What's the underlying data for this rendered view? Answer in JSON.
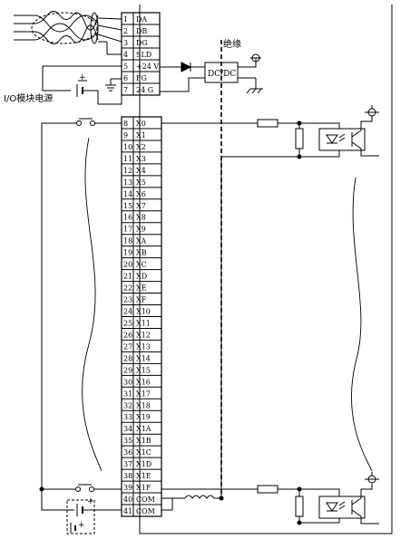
{
  "terminals": [
    {
      "num": "1",
      "label": "DA"
    },
    {
      "num": "2",
      "label": "DB"
    },
    {
      "num": "3",
      "label": "DG"
    },
    {
      "num": "4",
      "label": "SLD"
    },
    {
      "num": "5",
      "label": "+24 V"
    },
    {
      "num": "6",
      "label": "FG"
    },
    {
      "num": "7",
      "label": "24 G"
    }
  ],
  "inputs": [
    {
      "num": "8",
      "label": "X0"
    },
    {
      "num": "9",
      "label": "X1"
    },
    {
      "num": "10",
      "label": "X2"
    },
    {
      "num": "11",
      "label": "X3"
    },
    {
      "num": "12",
      "label": "X4"
    },
    {
      "num": "13",
      "label": "X5"
    },
    {
      "num": "14",
      "label": "X6"
    },
    {
      "num": "15",
      "label": "X7"
    },
    {
      "num": "16",
      "label": "X8"
    },
    {
      "num": "17",
      "label": "X9"
    },
    {
      "num": "18",
      "label": "XA"
    },
    {
      "num": "19",
      "label": "XB"
    },
    {
      "num": "20",
      "label": "XC"
    },
    {
      "num": "21",
      "label": "XD"
    },
    {
      "num": "22",
      "label": "XE"
    },
    {
      "num": "23",
      "label": "XF"
    },
    {
      "num": "24",
      "label": "X10"
    },
    {
      "num": "25",
      "label": "X11"
    },
    {
      "num": "26",
      "label": "X12"
    },
    {
      "num": "27",
      "label": "X13"
    },
    {
      "num": "28",
      "label": "X14"
    },
    {
      "num": "29",
      "label": "X15"
    },
    {
      "num": "30",
      "label": "X16"
    },
    {
      "num": "31",
      "label": "X17"
    },
    {
      "num": "32",
      "label": "X18"
    },
    {
      "num": "33",
      "label": "X19"
    },
    {
      "num": "34",
      "label": "X1A"
    },
    {
      "num": "35",
      "label": "X1B"
    },
    {
      "num": "36",
      "label": "X1C"
    },
    {
      "num": "37",
      "label": "X1D"
    },
    {
      "num": "38",
      "label": "X1E"
    },
    {
      "num": "39",
      "label": "X1F"
    },
    {
      "num": "40",
      "label": "COM"
    },
    {
      "num": "41",
      "label": "COM"
    }
  ],
  "labels": {
    "isolation": "绝缘",
    "dcdc": "DC/DC",
    "io_power": "I/O模块电源"
  }
}
